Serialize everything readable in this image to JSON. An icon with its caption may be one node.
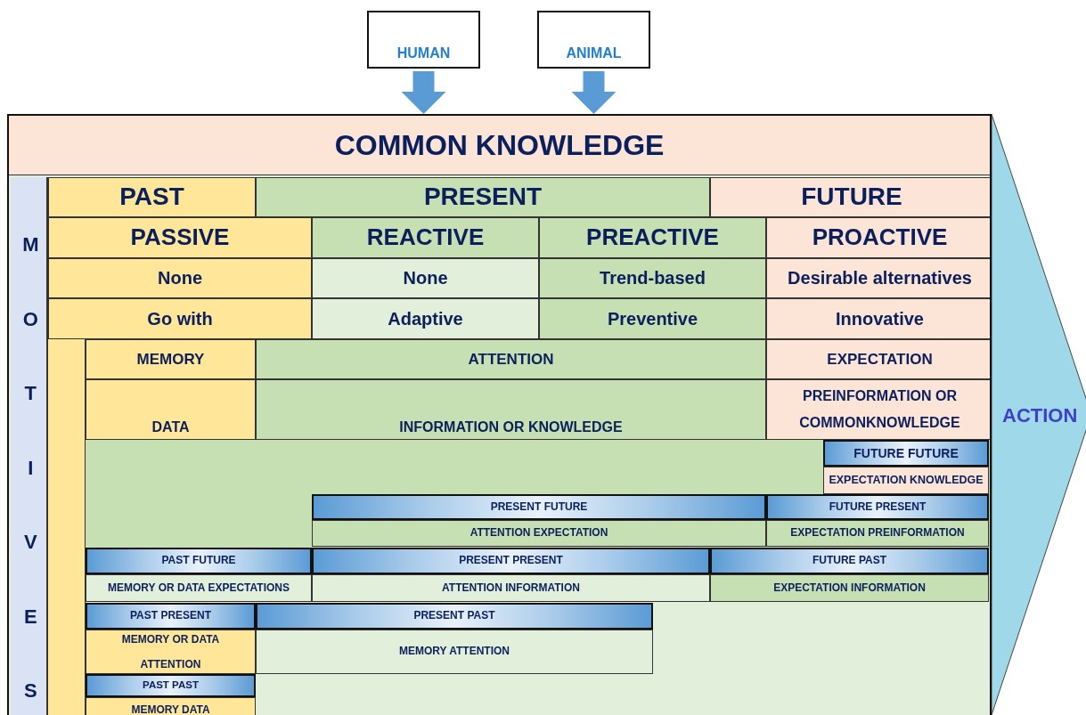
{
  "diagram": {
    "nodes": [
      {
        "text": [
          "HUMAN"
        ]
      },
      {
        "text": [
          "ANIMAL"
        ]
      },
      {
        "text": [
          "COMMON KNOWLEDGE"
        ]
      },
      {
        "text": [
          "ACTION"
        ]
      },
      {
        "text": [
          "MOTIVES"
        ],
        "in": 2
      },
      {
        "text": [
          "PAST"
        ],
        "in": 2
      },
      {
        "text": [
          "PRESENT"
        ],
        "in": 2
      },
      {
        "text": [
          "FUTURE"
        ],
        "in": 2
      },
      {
        "text": [
          "PASSIVE"
        ],
        "in": 2
      },
      {
        "text": [
          "REACTIVE"
        ],
        "in": 2
      },
      {
        "text": [
          "PREACTIVE"
        ],
        "in": 2
      },
      {
        "text": [
          "PROACTIVE"
        ],
        "in": 2
      },
      {
        "text": [
          "None"
        ],
        "in": 2
      },
      {
        "text": [
          "None"
        ],
        "in": 2
      },
      {
        "text": [
          "Trend-based"
        ],
        "in": 2
      },
      {
        "text": [
          "Desirable alternatives"
        ],
        "in": 2
      },
      {
        "text": [
          "Go with"
        ],
        "in": 2
      },
      {
        "text": [
          "Adaptive"
        ],
        "in": 2
      },
      {
        "text": [
          "Preventive"
        ],
        "in": 2
      },
      {
        "text": [
          "Innovative"
        ],
        "in": 2
      },
      {
        "text": [
          "MEMORY"
        ],
        "in": 2
      },
      {
        "text": [
          "ATTENTION"
        ],
        "in": 2
      },
      {
        "text": [
          "EXPECTATION"
        ],
        "in": 2
      },
      {
        "text": [
          "DATA"
        ],
        "in": 2
      },
      {
        "text": [
          "INFORMATION OR KNOWLEDGE"
        ],
        "in": 2
      },
      {
        "text": [
          "PREINFORMATION OR COMMONKNOWLEDGE"
        ],
        "in": 2
      },
      {
        "text": [
          "FUTURE FUTURE"
        ],
        "in": 2
      },
      {
        "text": [
          "EXPECTATION KNOWLEDGE"
        ],
        "in": 2
      },
      {
        "text": [
          "PRESENT FUTURE"
        ],
        "in": 2
      },
      {
        "text": [
          "FUTURE PRESENT"
        ],
        "in": 2
      },
      {
        "text": [
          "ATTENTION EXPECTATION"
        ],
        "in": 2
      },
      {
        "text": [
          "EXPECTATION PREINFORMATION"
        ],
        "in": 2
      },
      {
        "text": [
          "PAST FUTURE"
        ],
        "in": 2
      },
      {
        "text": [
          "PRESENT PRESENT"
        ],
        "in": 2
      },
      {
        "text": [
          "FUTURE PAST"
        ],
        "in": 2
      },
      {
        "text": [
          "MEMORY OR DATA EXPECTATIONS"
        ],
        "in": 2
      },
      {
        "text": [
          "ATTENTION INFORMATION"
        ],
        "in": 2
      },
      {
        "text": [
          "EXPECTATION INFORMATION"
        ],
        "in": 2
      },
      {
        "text": [
          "PAST PRESENT"
        ],
        "in": 2
      },
      {
        "text": [
          "PRESENT PAST"
        ],
        "in": 2
      },
      {
        "text": [
          "MEMORY OR DATA ATTENTION"
        ],
        "in": 2
      },
      {
        "text": [
          "MEMORY ATTENTION"
        ],
        "in": 2
      },
      {
        "text": [
          "PAST PAST"
        ],
        "in": 2
      },
      {
        "text": [
          "MEMORY DATA"
        ],
        "in": 2
      },
      {
        "text": [],
        "shape": "bar",
        "in": 2
      }
    ],
    "edges": [
      {
        "from": 0,
        "to": 2,
        "arrow": "to"
      },
      {
        "from": 1,
        "to": 2,
        "arrow": "to"
      }
    ]
  }
}
